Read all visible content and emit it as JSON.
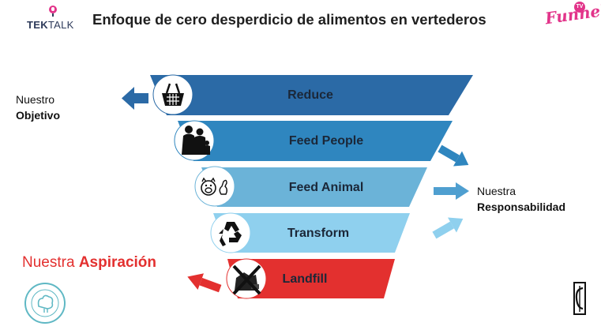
{
  "header": {
    "title": "Enfoque de cero desperdicio de alimentos en vertederos",
    "brand_left_a": "TEK",
    "brand_left_b": "TALK",
    "brand_right": "Funnel",
    "brand_right_badge": "TV"
  },
  "left_goal": {
    "line1": "Nuestro",
    "line2": "Objetivo"
  },
  "right_responsibility": {
    "line1": "Nuestra",
    "line2": "Responsabilidad"
  },
  "aspiration": {
    "part1": "Nuestra ",
    "part2": "Aspiración"
  },
  "tiers": [
    {
      "label": "Reduce",
      "icon": "basket-icon",
      "color": "#2b6aa6"
    },
    {
      "label": "Feed People",
      "icon": "family-icon",
      "color": "#2f86bf"
    },
    {
      "label": "Feed Animal",
      "icon": "farm-animals-icon",
      "color": "#6bb3d8"
    },
    {
      "label": "Transform",
      "icon": "recycle-icon",
      "color": "#8fd0ee"
    },
    {
      "label": "Landfill",
      "icon": "no-landfill-icon",
      "color": "#e3302f"
    }
  ],
  "colors": {
    "accent_red": "#e3302f",
    "dark_blue": "#2b6aa6"
  }
}
